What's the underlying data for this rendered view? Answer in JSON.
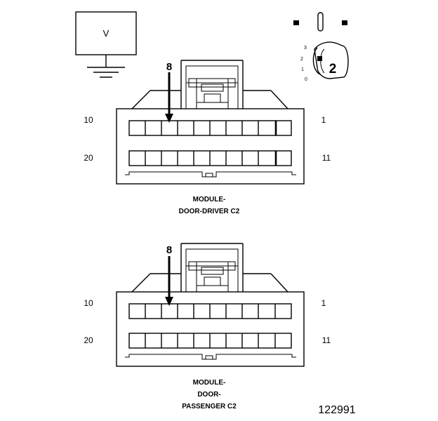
{
  "meter": {
    "label": "V"
  },
  "key_selector": {
    "positions": [
      "3",
      "2",
      "1",
      "0"
    ],
    "selected": "2"
  },
  "connectors": [
    {
      "id": "driver",
      "pin_top_left": "10",
      "pin_top_right": "1",
      "pin_bottom_left": "20",
      "pin_bottom_right": "11",
      "probe_pin": "8",
      "caption_lines": [
        "MODULE-",
        "DOOR-DRIVER C2"
      ]
    },
    {
      "id": "passenger",
      "pin_top_left": "10",
      "pin_top_right": "1",
      "pin_bottom_left": "20",
      "pin_bottom_right": "11",
      "probe_pin": "8",
      "caption_lines": [
        "MODULE-",
        "DOOR-",
        "PASSENGER C2"
      ]
    }
  ],
  "figure_number": "122991"
}
